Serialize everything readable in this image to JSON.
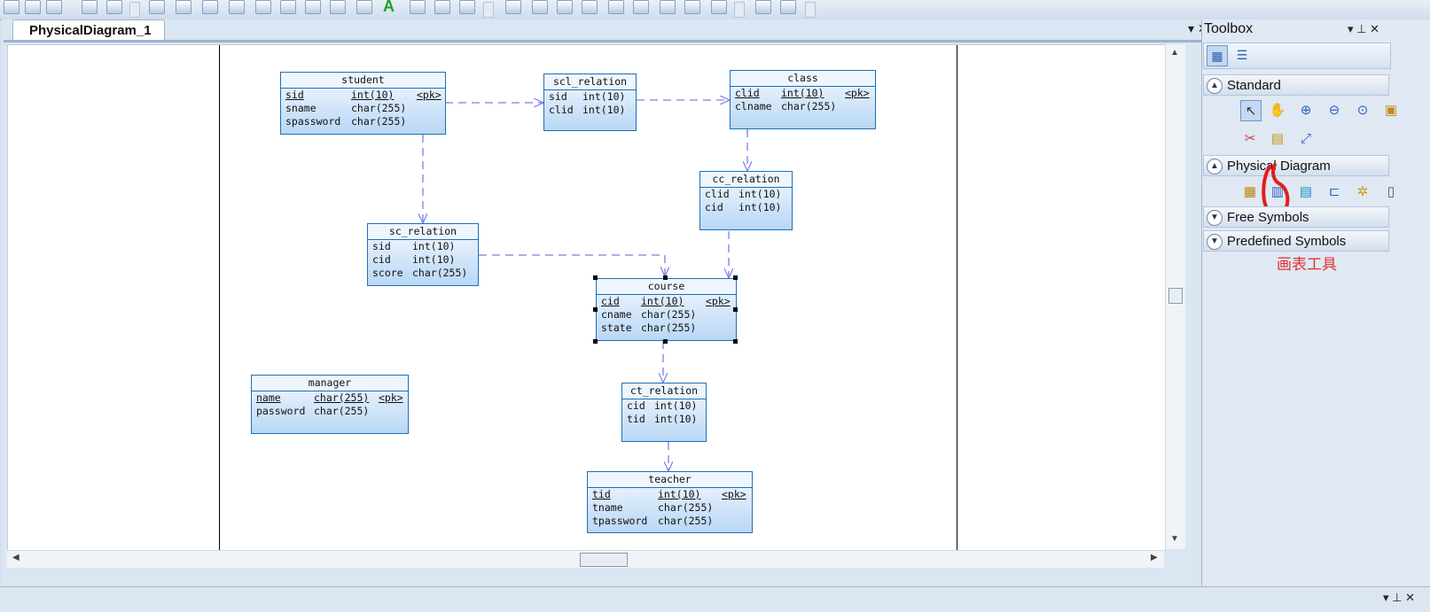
{
  "document": {
    "tab_title": "PhysicalDiagram_1",
    "tab_controls": "▾ ✕"
  },
  "tables": [
    {
      "id": "student",
      "title": "student",
      "rows": [
        {
          "name": "sid",
          "type": "int(10)",
          "key": "<pk>",
          "pk": true
        },
        {
          "name": "sname",
          "type": "char(255)",
          "key": "",
          "pk": false
        },
        {
          "name": "spassword",
          "type": "char(255)",
          "key": "",
          "pk": false
        }
      ]
    },
    {
      "id": "scl_relation",
      "title": "scl_relation",
      "rows": [
        {
          "name": "sid",
          "type": "int(10)",
          "key": "",
          "pk": false
        },
        {
          "name": "clid",
          "type": "int(10)",
          "key": "",
          "pk": false
        }
      ]
    },
    {
      "id": "class",
      "title": "class",
      "rows": [
        {
          "name": "clid",
          "type": "int(10)",
          "key": "<pk>",
          "pk": true
        },
        {
          "name": "clname",
          "type": "char(255)",
          "key": "",
          "pk": false
        }
      ]
    },
    {
      "id": "cc_relation",
      "title": "cc_relation",
      "rows": [
        {
          "name": "clid",
          "type": "int(10)",
          "key": "",
          "pk": false
        },
        {
          "name": "cid",
          "type": "int(10)",
          "key": "",
          "pk": false
        }
      ]
    },
    {
      "id": "sc_relation",
      "title": "sc_relation",
      "rows": [
        {
          "name": "sid",
          "type": "int(10)",
          "key": "",
          "pk": false
        },
        {
          "name": "cid",
          "type": "int(10)",
          "key": "",
          "pk": false
        },
        {
          "name": "score",
          "type": "char(255)",
          "key": "",
          "pk": false
        }
      ]
    },
    {
      "id": "course",
      "title": "course",
      "rows": [
        {
          "name": "cid",
          "type": "int(10)",
          "key": "<pk>",
          "pk": true
        },
        {
          "name": "cname",
          "type": "char(255)",
          "key": "",
          "pk": false
        },
        {
          "name": "state",
          "type": "char(255)",
          "key": "",
          "pk": false
        }
      ]
    },
    {
      "id": "manager",
      "title": "manager",
      "rows": [
        {
          "name": "name",
          "type": "char(255)",
          "key": "<pk>",
          "pk": true
        },
        {
          "name": "password",
          "type": "char(255)",
          "key": "",
          "pk": false
        }
      ]
    },
    {
      "id": "ct_relation",
      "title": "ct_relation",
      "rows": [
        {
          "name": "cid",
          "type": "int(10)",
          "key": "",
          "pk": false
        },
        {
          "name": "tid",
          "type": "int(10)",
          "key": "",
          "pk": false
        }
      ]
    },
    {
      "id": "teacher",
      "title": "teacher",
      "rows": [
        {
          "name": "tid",
          "type": "int(10)",
          "key": "<pk>",
          "pk": true
        },
        {
          "name": "tname",
          "type": "char(255)",
          "key": "",
          "pk": false
        },
        {
          "name": "tpassword",
          "type": "char(255)",
          "key": "",
          "pk": false
        }
      ]
    }
  ],
  "selected_table": "course",
  "toolbox": {
    "title": "Toolbox",
    "header_controls": "▾ ⊥ ✕",
    "sections": {
      "standard": "Standard",
      "physical": "Physical Diagram",
      "free": "Free Symbols",
      "predefined": "Predefined Symbols"
    },
    "standard_icons": [
      "pointer-icon",
      "hand-icon",
      "zoom-in-icon",
      "zoom-out-icon",
      "zoom-fit-icon",
      "properties-icon",
      "cut-icon",
      "note-icon",
      "link-icon"
    ],
    "physical_icons": [
      "package-icon",
      "table-icon",
      "view-icon",
      "reference-icon",
      "procedure-icon",
      "file-icon"
    ]
  },
  "annotation": "画表工具",
  "colors": {
    "table_border": "#1d6fb8",
    "link": "#7d7de8",
    "annotation": "#e23030"
  }
}
